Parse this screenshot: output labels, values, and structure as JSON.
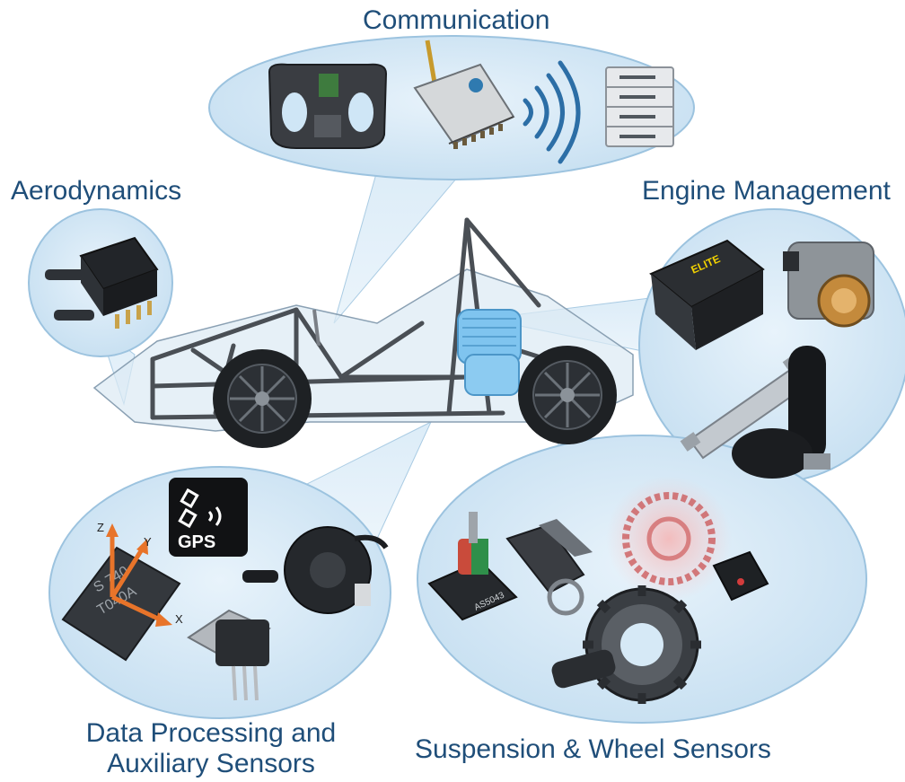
{
  "title_labels": {
    "communication": "Communication",
    "aerodynamics": "Aerodynamics",
    "engine_management": "Engine Management",
    "data_processing_line1": "Data Processing and",
    "data_processing_line2": "Auxiliary Sensors",
    "suspension": "Suspension & Wheel Sensors"
  },
  "component_text": {
    "gps_badge": "GPS",
    "ecu_brand": "ELITE",
    "imu_axis_x": "X",
    "imu_axis_y": "Y",
    "imu_axis_z": "Z",
    "imu_chip_marking_1": "S 740",
    "imu_chip_marking_2": "T040A",
    "encoder_chip_marking": "AS5043"
  },
  "colors": {
    "callout_fill": "#cfe6f6",
    "callout_stroke": "#9cc3df",
    "label_text": "#1f4e79",
    "engine_highlight": "#7fc4ef",
    "frame": "#4a4f55"
  },
  "icons": [
    "steering-wheel-icon",
    "radio-module-icon",
    "wireless-signal-icon",
    "server-rack-icon",
    "pressure-sensor-icon",
    "ecu-icon",
    "throttle-body-icon",
    "pneumatic-cylinder-icon",
    "co2-tank-icon",
    "imu-chip-icon",
    "gps-icon",
    "flow-sensor-icon",
    "current-sensor-icon",
    "magnetic-encoder-icon",
    "suspension-arm-icon",
    "brake-disc-icon",
    "sensor-chip-icon",
    "gear-speed-sensor-icon"
  ]
}
